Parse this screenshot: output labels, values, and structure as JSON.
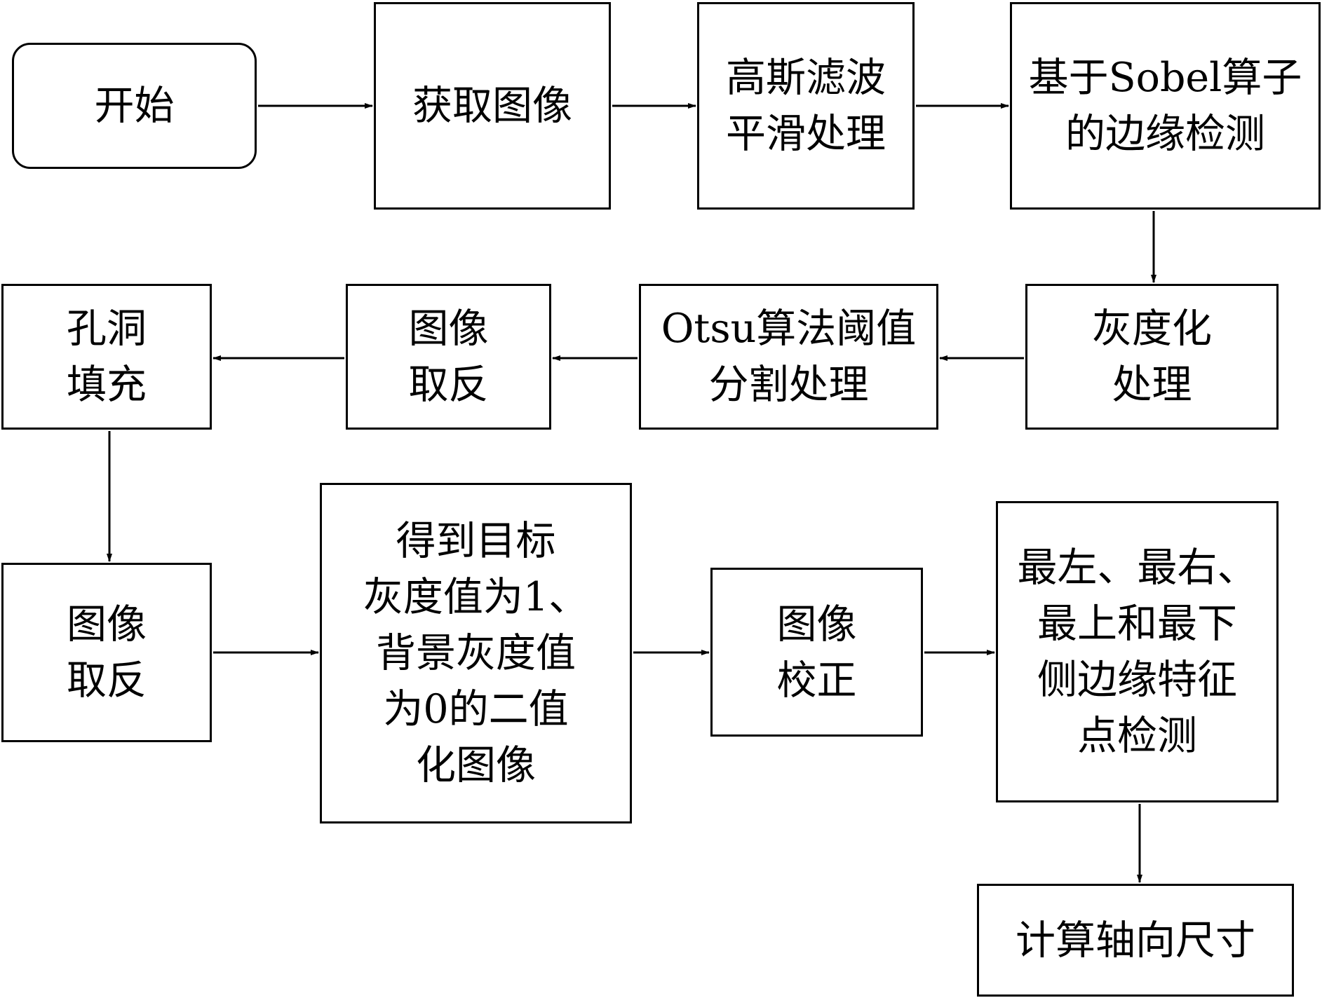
{
  "diagram": {
    "nodes": [
      {
        "id": "start",
        "label": "开始",
        "shape": "rounded"
      },
      {
        "id": "acquire",
        "label": "获取图像"
      },
      {
        "id": "gauss",
        "label": "高斯滤波\n平滑处理"
      },
      {
        "id": "sobel",
        "label": "基于Sobel算子\n的边缘检测"
      },
      {
        "id": "gray",
        "label": "灰度化\n处理"
      },
      {
        "id": "otsu",
        "label": "Otsu算法阈值\n分割处理"
      },
      {
        "id": "invert1",
        "label": "图像\n取反"
      },
      {
        "id": "fill",
        "label": "孔洞\n填充"
      },
      {
        "id": "invert2",
        "label": "图像\n取反"
      },
      {
        "id": "binary",
        "label": "得到目标\n灰度值为1、\n背景灰度值\n为0的二值\n化图像"
      },
      {
        "id": "correct",
        "label": "图像\n校正"
      },
      {
        "id": "edge_pts",
        "label": "最左、最右、\n最上和最下\n侧边缘特征\n点检测"
      },
      {
        "id": "calc",
        "label": "计算轴向尺寸"
      }
    ],
    "edges": [
      {
        "from": "start",
        "to": "acquire"
      },
      {
        "from": "acquire",
        "to": "gauss"
      },
      {
        "from": "gauss",
        "to": "sobel"
      },
      {
        "from": "sobel",
        "to": "gray"
      },
      {
        "from": "gray",
        "to": "otsu"
      },
      {
        "from": "otsu",
        "to": "invert1"
      },
      {
        "from": "invert1",
        "to": "fill"
      },
      {
        "from": "fill",
        "to": "invert2"
      },
      {
        "from": "invert2",
        "to": "binary"
      },
      {
        "from": "binary",
        "to": "correct"
      },
      {
        "from": "correct",
        "to": "edge_pts"
      },
      {
        "from": "edge_pts",
        "to": "calc"
      }
    ]
  }
}
